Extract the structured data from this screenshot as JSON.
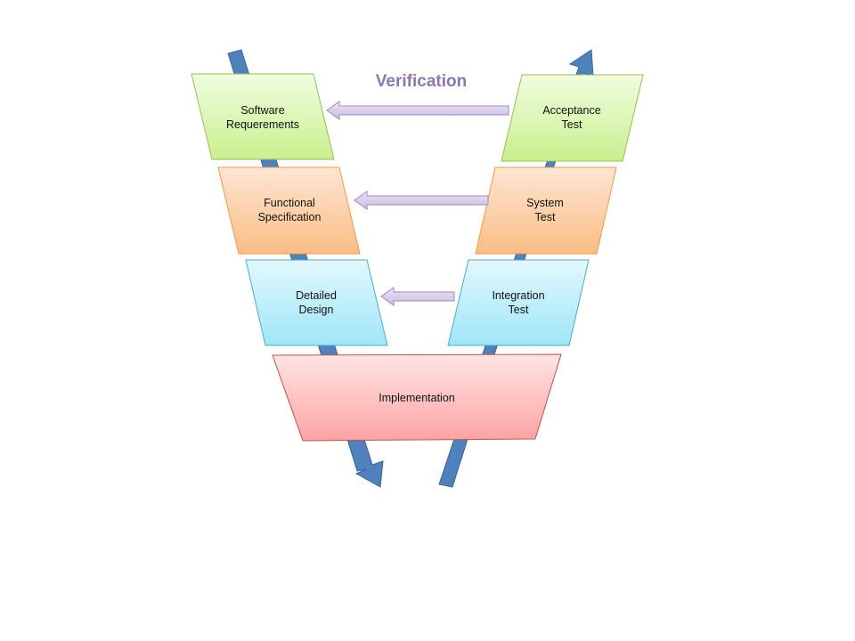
{
  "diagram": {
    "title": "Verification",
    "colors": {
      "flow_arrow": "#4f81bd",
      "verification_arrow": "#ccc0e2",
      "requirements": "#d7f5a8",
      "specification": "#fcc894",
      "design": "#b6ecf8",
      "implementation": "#fdb8b8"
    },
    "left_stages": [
      {
        "id": "software-requirements",
        "lines": [
          "Software",
          "Requerements"
        ]
      },
      {
        "id": "functional-specification",
        "lines": [
          "Functional",
          "Specification"
        ]
      },
      {
        "id": "detailed-design",
        "lines": [
          "Detailed",
          "Design"
        ]
      }
    ],
    "right_stages": [
      {
        "id": "acceptance-test",
        "lines": [
          "Acceptance",
          "Test"
        ]
      },
      {
        "id": "system-test",
        "lines": [
          "System",
          "Test"
        ]
      },
      {
        "id": "integration-test",
        "lines": [
          "Integration",
          "Test"
        ]
      }
    ],
    "bottom_stage": {
      "id": "implementation",
      "lines": [
        "Implementation"
      ]
    },
    "verification_links": [
      {
        "from": "Acceptance Test",
        "to": "Software Requerements"
      },
      {
        "from": "System Test",
        "to": "Functional Specification"
      },
      {
        "from": "Integration Test",
        "to": "Detailed Design"
      }
    ]
  }
}
